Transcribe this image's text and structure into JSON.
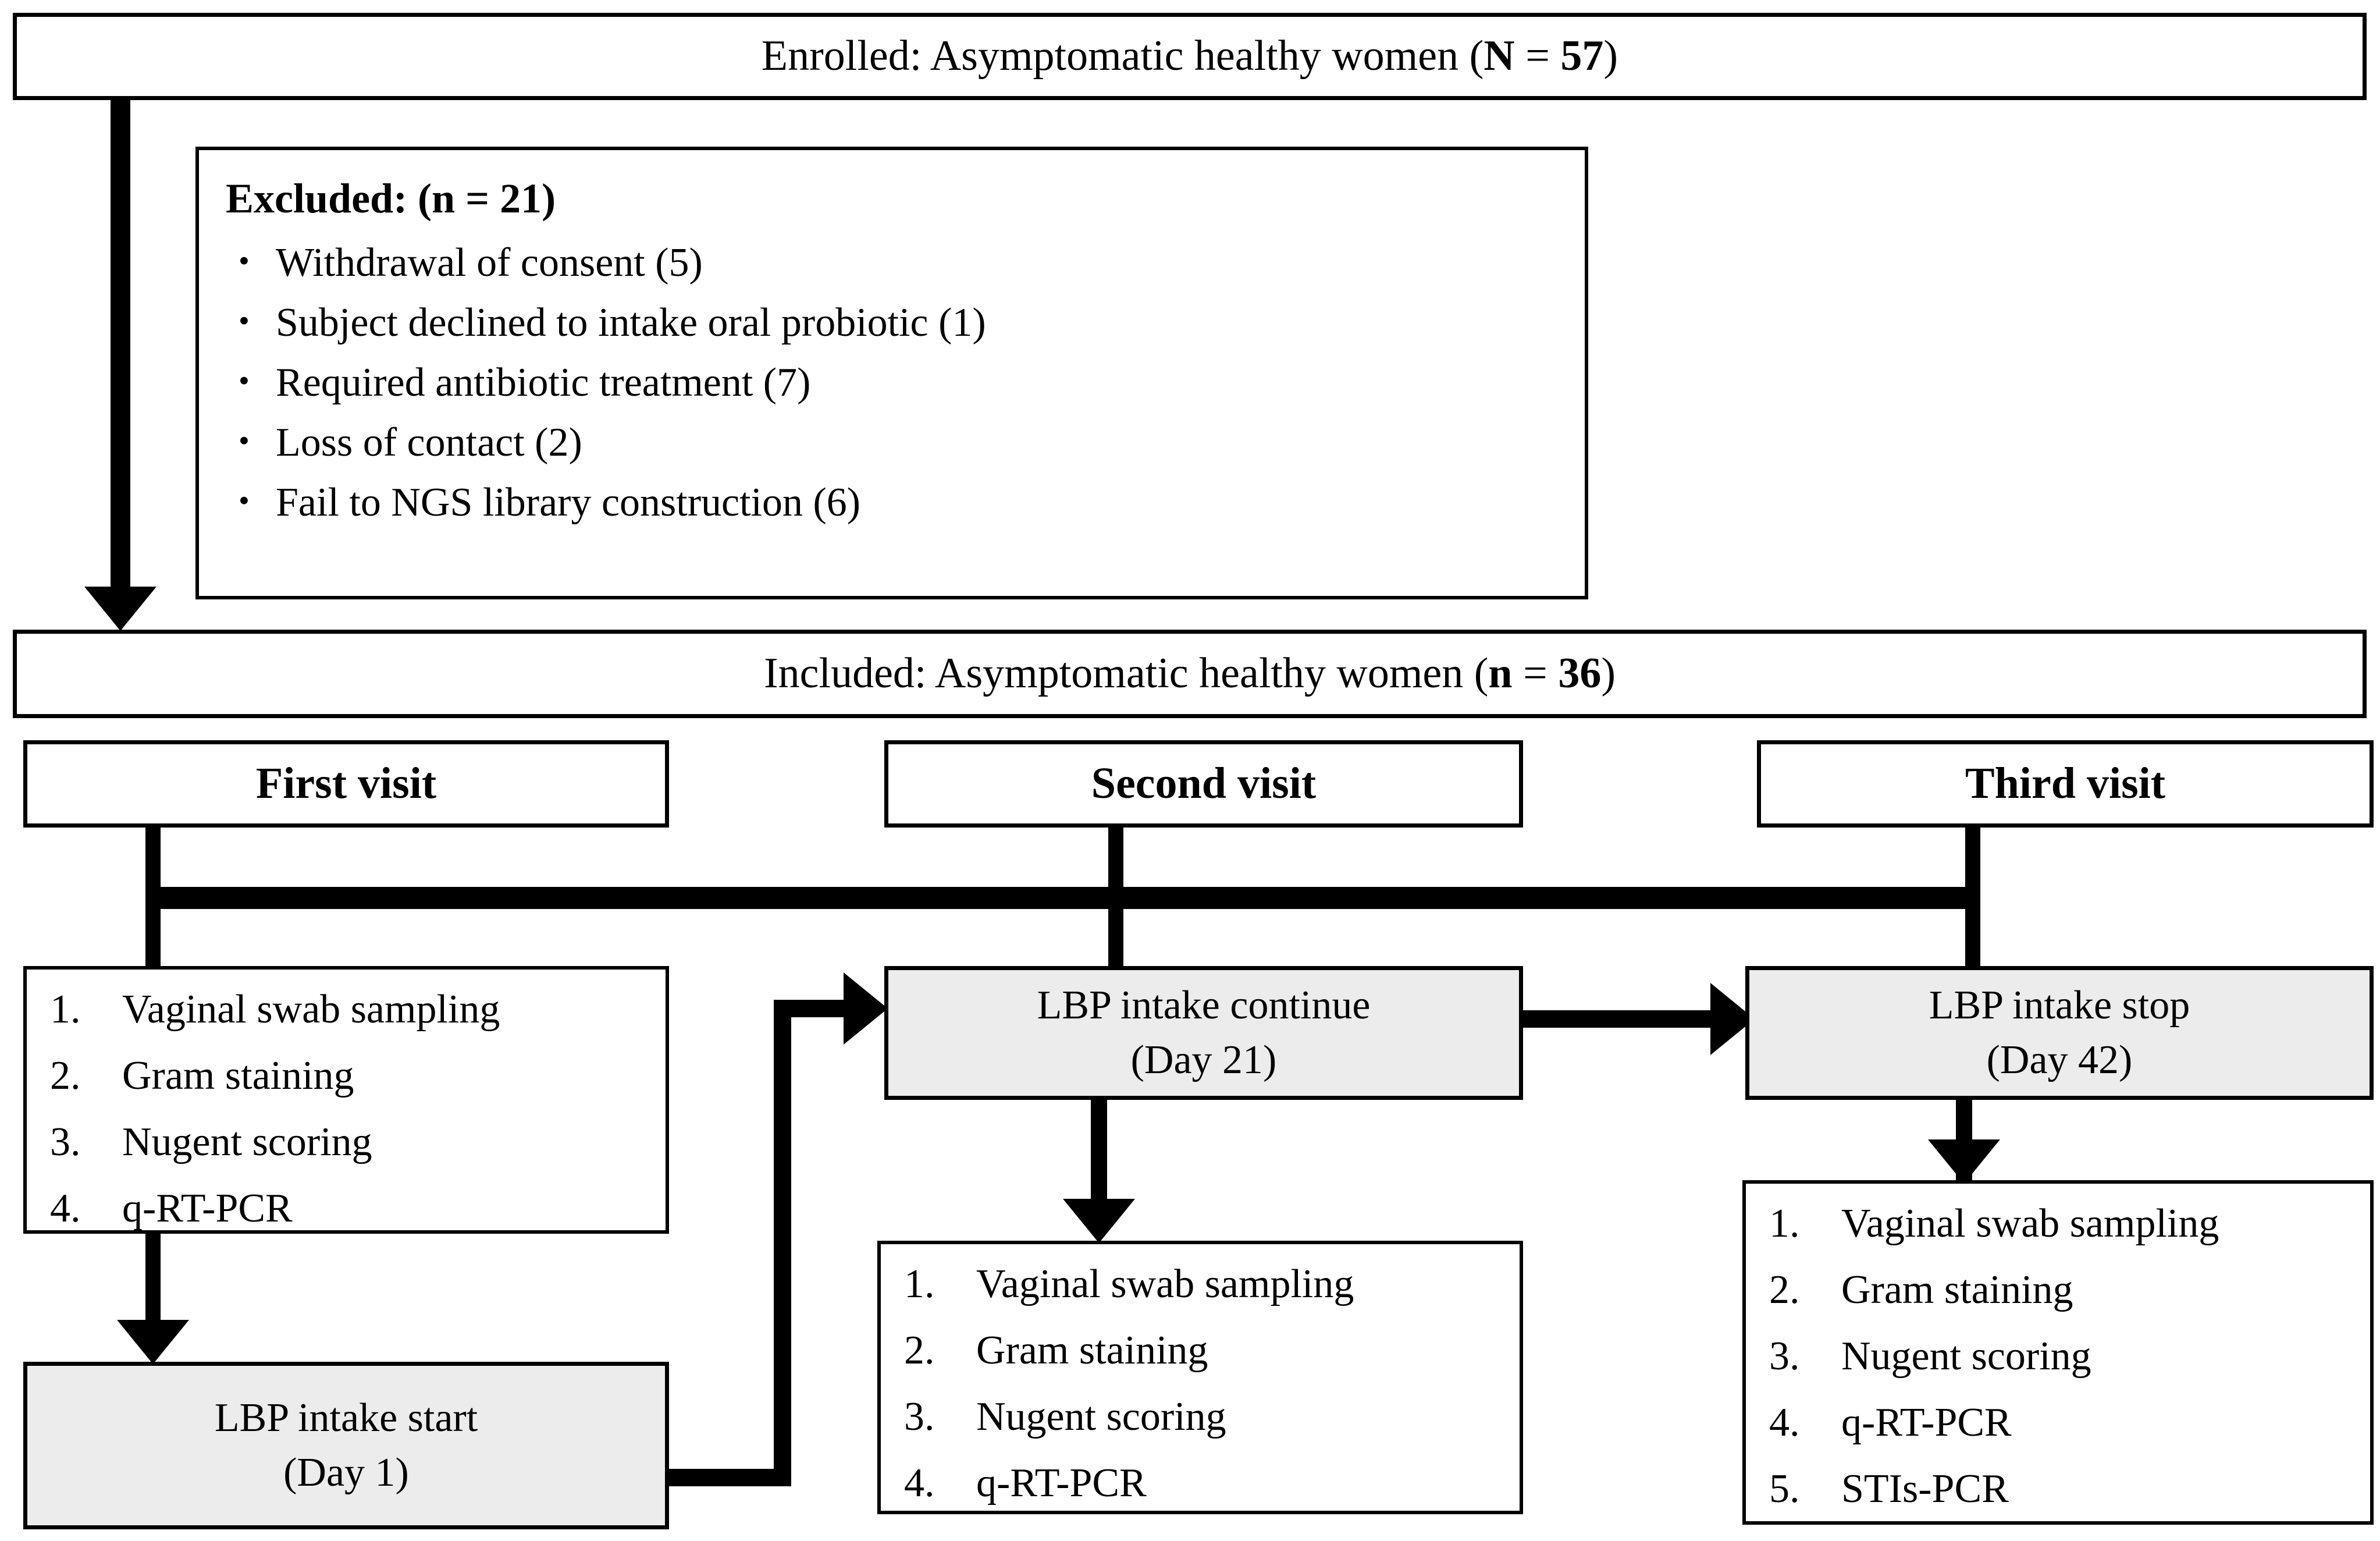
{
  "diagram": {
    "title_flow": "Study enrollment and visit schedule flowchart",
    "enrolled": {
      "label_prefix": "Enrolled: Asymptomatic healthy women (",
      "n_symbol": "N",
      "eq": " = ",
      "n_value": "57",
      "label_suffix": ")"
    },
    "excluded": {
      "heading_prefix": "Excluded: (n = ",
      "heading_value": "21",
      "heading_suffix": ")",
      "bullet_glyph": "•",
      "items": [
        "Withdrawal of consent (5)",
        "Subject declined to intake oral probiotic (1)",
        "Required antibiotic treatment (7)",
        "Loss of contact (2)",
        "Fail to NGS library construction (6)"
      ]
    },
    "included": {
      "label_prefix": "Included: Asymptomatic healthy women (",
      "n_symbol": "n",
      "eq": " = ",
      "n_value": "36",
      "label_suffix": ")"
    },
    "visits": [
      {
        "header": "First visit"
      },
      {
        "header": "Second visit"
      },
      {
        "header": "Third visit"
      }
    ],
    "first_visit_procedures": [
      {
        "index": "1.",
        "text": "Vaginal swab sampling"
      },
      {
        "index": "2.",
        "text": "Gram staining"
      },
      {
        "index": "3.",
        "text": "Nugent scoring"
      },
      {
        "index": "4.",
        "text": "q-RT-PCR"
      }
    ],
    "second_visit_procedures": [
      {
        "index": "1.",
        "text": "Vaginal swab sampling"
      },
      {
        "index": "2.",
        "text": "Gram staining"
      },
      {
        "index": "3.",
        "text": "Nugent scoring"
      },
      {
        "index": "4.",
        "text": "q-RT-PCR"
      }
    ],
    "third_visit_procedures": [
      {
        "index": "1.",
        "text": "Vaginal swab sampling"
      },
      {
        "index": "2.",
        "text": "Gram staining"
      },
      {
        "index": "3.",
        "text": "Nugent scoring"
      },
      {
        "index": "4.",
        "text": "q-RT-PCR"
      },
      {
        "index": "5.",
        "text": "STIs-PCR"
      }
    ],
    "lbp_start": {
      "line1": "LBP intake start",
      "line2": "(Day 1)"
    },
    "lbp_continue": {
      "line1": "LBP intake continue",
      "line2": "(Day 21)"
    },
    "lbp_stop": {
      "line1": "LBP intake stop",
      "line2": "(Day 42)"
    },
    "colors": {
      "stroke": "#000000",
      "box_fill": "#ffffff",
      "highlight_fill": "#ececec"
    }
  }
}
